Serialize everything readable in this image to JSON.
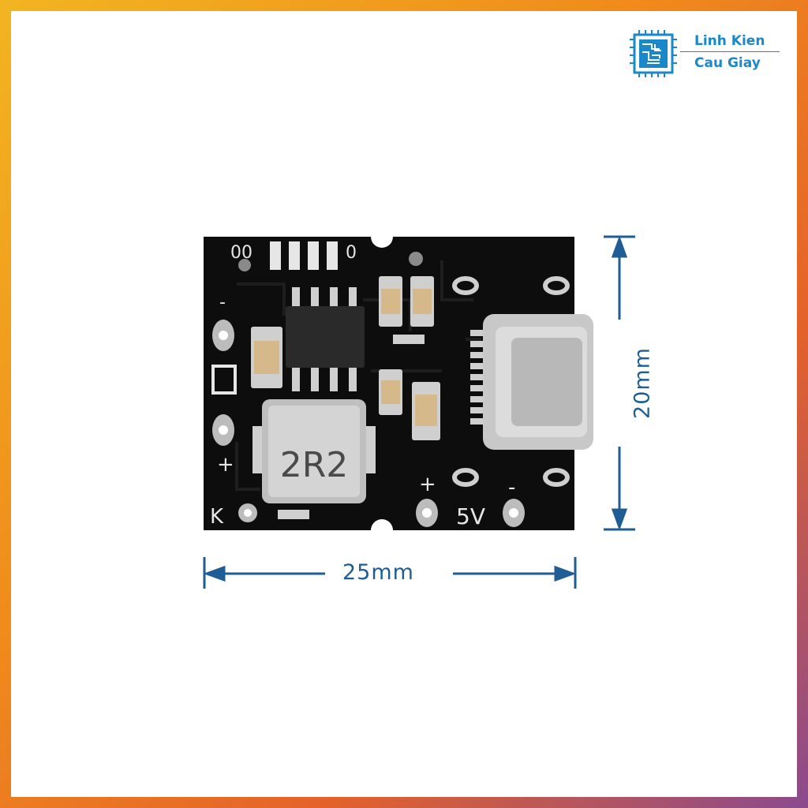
{
  "brand": {
    "line1": "Linh Kien",
    "line2": "Cau Giay",
    "color": "#1a88c9"
  },
  "board": {
    "inductor_label": "2R2",
    "pad_k": "K",
    "pad_plus_left": "+",
    "pad_minus_left": "-",
    "pad_plus_out": "+",
    "pad_5v": "5V",
    "pad_minus_out": "-",
    "led_labels_left": "00",
    "led_labels_right": "0"
  },
  "dimensions": {
    "width": "25mm",
    "height": "20mm",
    "color": "#1f5d94"
  },
  "colors": {
    "pcb": "#0d0d0d",
    "silver": "#cfcfcf",
    "component_tan": "#d6b98a"
  }
}
